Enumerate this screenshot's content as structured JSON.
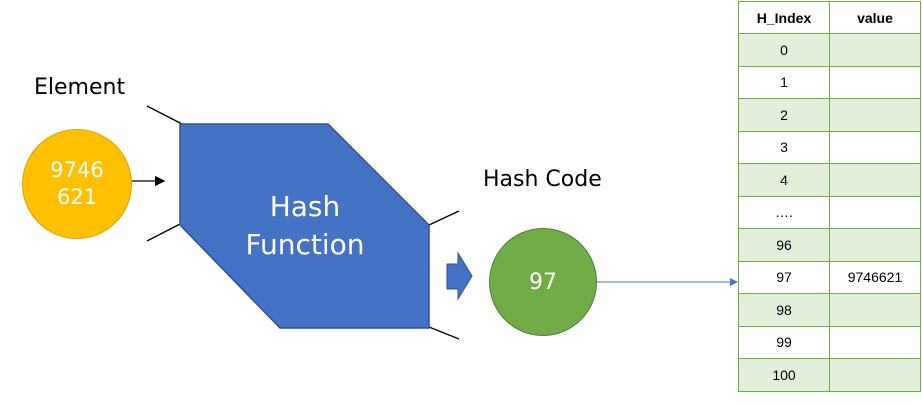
{
  "labels": {
    "element": "Element",
    "hash_code": "Hash Code"
  },
  "element_value": [
    "9746",
    "621"
  ],
  "hash_function": [
    "Hash",
    "Function"
  ],
  "hash_code_value": "97",
  "table": {
    "headers": [
      "H_Index",
      "value"
    ],
    "rows": [
      {
        "index": "0",
        "value": ""
      },
      {
        "index": "1",
        "value": ""
      },
      {
        "index": "2",
        "value": ""
      },
      {
        "index": "3",
        "value": ""
      },
      {
        "index": "4",
        "value": ""
      },
      {
        "index": "….",
        "value": ""
      },
      {
        "index": "96",
        "value": ""
      },
      {
        "index": "97",
        "value": "9746621"
      },
      {
        "index": "98",
        "value": ""
      },
      {
        "index": "99",
        "value": ""
      },
      {
        "index": "100",
        "value": ""
      }
    ]
  },
  "colors": {
    "element": "#ffc000",
    "hash_function": "#4472c4",
    "hash_code": "#70ad47",
    "table_border": "#70ad47",
    "table_alt_row": "#e2efda"
  }
}
